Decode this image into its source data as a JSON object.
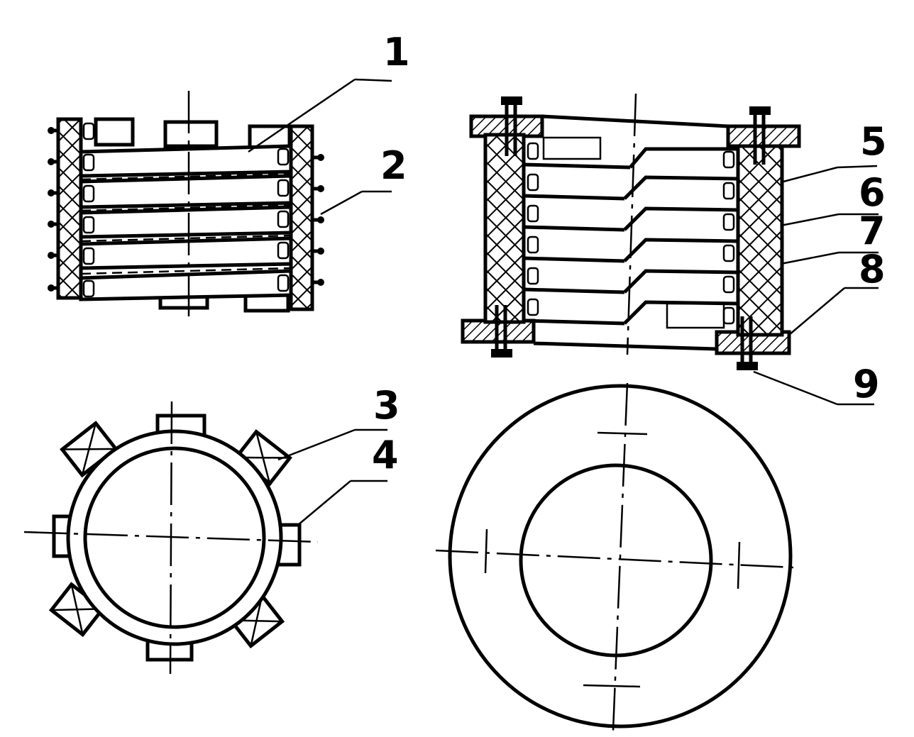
{
  "labels": {
    "l1": "1",
    "l2": "2",
    "l3": "3",
    "l4": "4",
    "l5": "5",
    "l6": "6",
    "l7": "7",
    "l8": "8",
    "l9": "9"
  },
  "colors": {
    "ink": "#000000",
    "paper": "#ffffff"
  }
}
